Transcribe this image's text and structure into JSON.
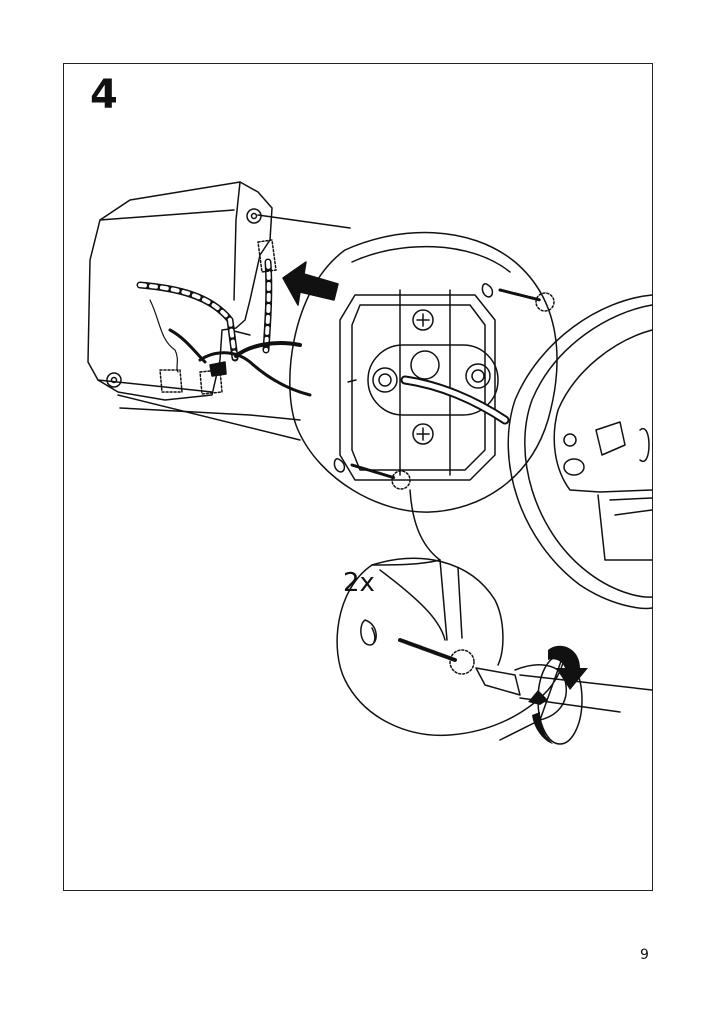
{
  "step": {
    "number": "4"
  },
  "detail": {
    "quantity": "2x"
  },
  "footer": {
    "page_number": "9"
  },
  "icons": {
    "arrow": "push-arrow-icon",
    "rotate": "rotate-arrow-icon"
  }
}
